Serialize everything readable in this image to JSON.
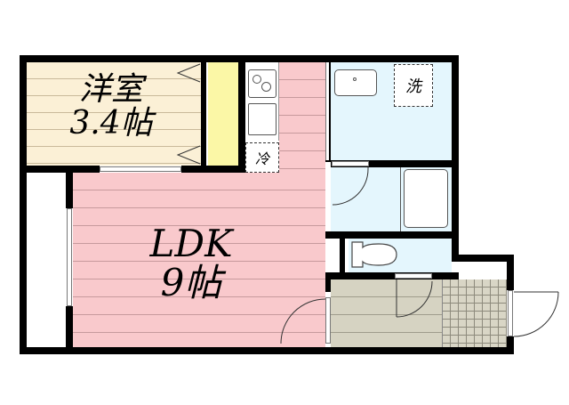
{
  "floor_plan": {
    "rooms": {
      "western_room": {
        "name": "洋室",
        "size": "3.4帖"
      },
      "ldk": {
        "name": "LDK",
        "size": "9帖"
      }
    },
    "fixtures": {
      "refrigerator_label": "冷",
      "washer_label": "洗"
    },
    "colors": {
      "western_room": "#fbf0d6",
      "ldk": "#f9c9cc",
      "wet_area": "#e4f6fd",
      "closet": "#fbf7a6",
      "hallway": "#d6d3c2",
      "entrance_tile": "#d9d6c6",
      "wall": "#000000"
    }
  }
}
